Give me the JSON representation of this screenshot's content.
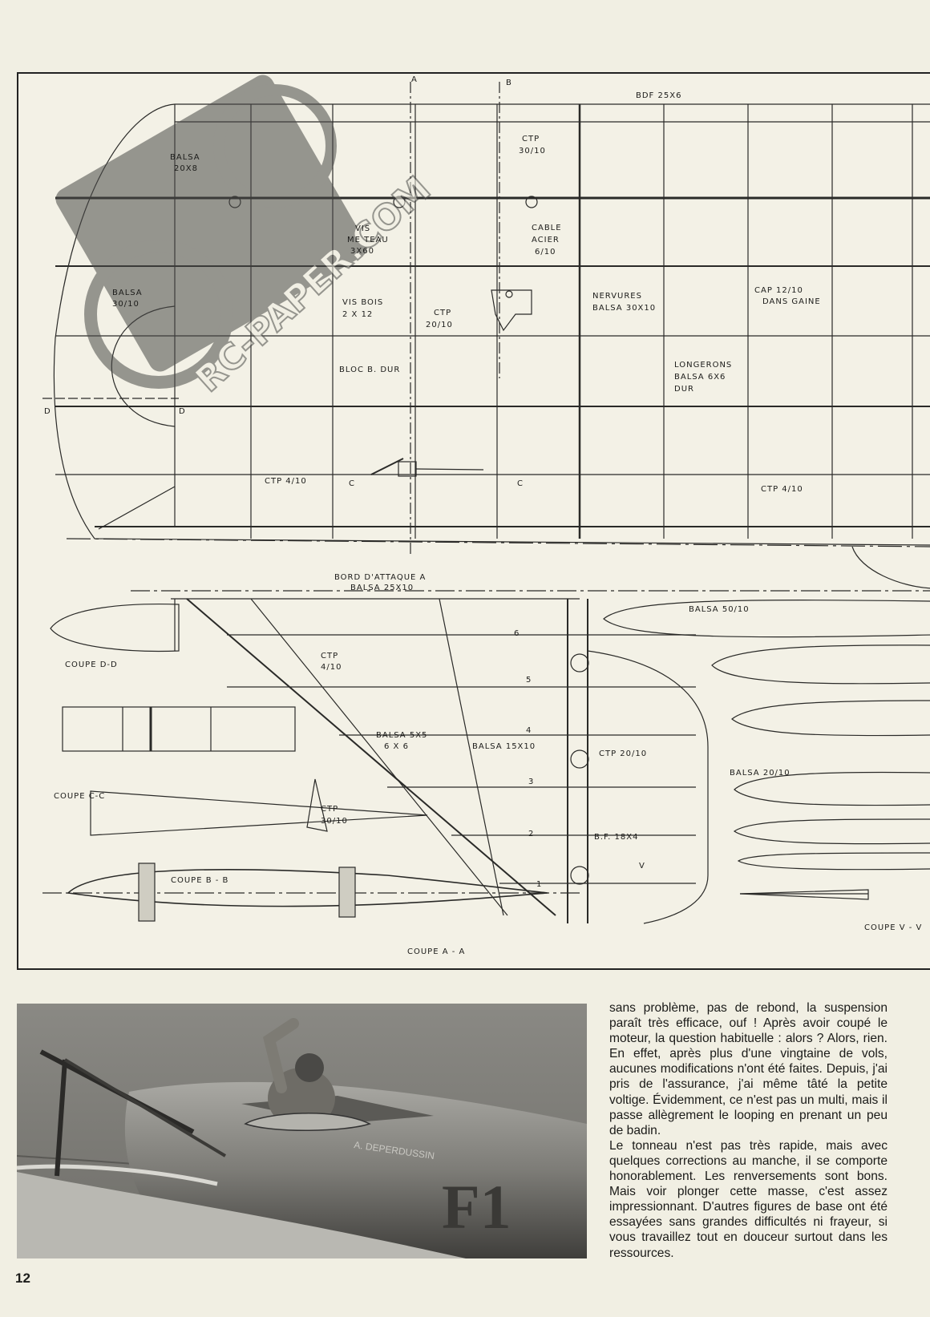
{
  "plan": {
    "labels": {
      "section_a": "A",
      "section_b": "B",
      "bdf": "BDF 25X6",
      "balsa_20x8_1": "BALSA",
      "balsa_20x8_2": "20X8",
      "ctp_30_10_1": "CTP",
      "ctp_30_10_2": "30/10",
      "vis_meteau_1": "VIS",
      "vis_meteau_2": "ME TEAU",
      "vis_meteau_3": "3X60",
      "cable_1": "CABLE",
      "cable_2": "ACIER",
      "cable_3": "6/10",
      "balsa_30_10_1": "BALSA",
      "balsa_30_10_2": "30/10",
      "vis_bois_1": "VIS BOIS",
      "vis_bois_2": "2 X 12",
      "ctp_20_10_1": "CTP",
      "ctp_20_10_2": "20/10",
      "nervures_1": "NERVURES",
      "nervures_2": "BALSA 30X10",
      "cap_1": "CAP 12/10",
      "cap_2": "DANS GAINE",
      "bloc": "BLOC  B. DUR",
      "longerons_1": "LONGERONS",
      "longerons_2": "BALSA  6X6",
      "longerons_3": "DUR",
      "section_d": "D",
      "ctp_4_10_a": "CTP 4/10",
      "section_c": "C",
      "ctp_4_10_b": "CTP  4/10",
      "bord_1": "BORD  D'ATTAQUE  A",
      "bord_2": "BALSA 25X10",
      "balsa_50_10": "BALSA 50/10",
      "coupe_dd": "COUPE D-D",
      "ctp_4_10_c1": "CTP",
      "ctp_4_10_c2": "4/10",
      "balsa_5x5_1": "BALSA  5X5",
      "balsa_5x5_2": "6 X 6",
      "balsa_15x10": "BALSA 15X10",
      "ctp_20_10_b": "CTP 20/10",
      "balsa_20_10": "BALSA  20/10",
      "coupe_cc": "COUPE C-C",
      "ctp_30_10_b1": "CTP",
      "ctp_30_10_b2": "30/10",
      "bf": "B.F.  18X4",
      "section_v": "V",
      "coupe_bb": "COUPE B - B",
      "coupe_aa": "COUPE A - A",
      "coupe_vv": "COUPE  V - V",
      "rib_1": "1",
      "rib_2": "2",
      "rib_3": "3",
      "rib_4": "4",
      "rib_5": "5",
      "rib_6": "6"
    },
    "watermark": "RC-PAPER.COM"
  },
  "photo": {
    "fuselage_marking": "F1",
    "cockpit_text": "A. DEPERDUSSIN"
  },
  "article": {
    "paragraphs": [
      "sans problème, pas de rebond, la suspension paraît très efficace, ouf ! Après avoir coupé le moteur, la question habituelle : alors ? Alors, rien. En effet, après plus d'une vingtaine de vols, aucunes modifications n'ont été faites. Depuis, j'ai pris de l'assurance, j'ai même tâté la petite voltige. Évidemment, ce n'est pas un multi, mais il passe allègrement le looping en prenant un peu de badin.",
      "Le tonneau n'est pas très rapide, mais avec quelques corrections au manche, il se comporte honorablement. Les renversements sont bons. Mais voir plonger cette masse, c'est assez impressionnant. D'autres figures de base ont été essayées sans grandes difficultés ni frayeur, si vous travaillez tout en douceur surtout dans les ressources."
    ]
  },
  "page_number": "12",
  "colors": {
    "paper": "#f1efe3",
    "ink": "#1c1c1a",
    "watermark": "#4a4a48"
  }
}
